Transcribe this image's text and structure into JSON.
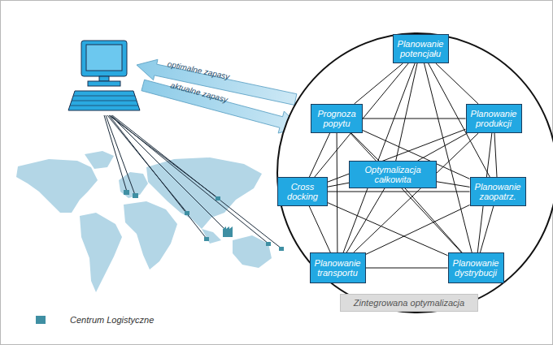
{
  "diagram": {
    "nodes": [
      {
        "text": [
          "Planowanie potencjału"
        ]
      },
      {
        "text": [
          "Prognoza popytu"
        ]
      },
      {
        "text": [
          "Planowanie produkcji"
        ]
      },
      {
        "text": [
          "Cross docking"
        ]
      },
      {
        "text": [
          "Optymalizacja całkowita"
        ]
      },
      {
        "text": [
          "Planowanie zaopatrz."
        ]
      },
      {
        "text": [
          "Planowanie transportu"
        ]
      },
      {
        "text": [
          "Planowanie dystrybucji"
        ]
      },
      {
        "text": [
          "Zintegrowana optymalizacja"
        ]
      }
    ],
    "edges": [
      {
        "from": 0,
        "to": 1,
        "arrow": "none"
      },
      {
        "from": 0,
        "to": 2,
        "arrow": "none"
      },
      {
        "from": 0,
        "to": 3,
        "arrow": "none"
      },
      {
        "from": 0,
        "to": 4,
        "arrow": "none"
      },
      {
        "from": 0,
        "to": 5,
        "arrow": "none"
      },
      {
        "from": 0,
        "to": 6,
        "arrow": "none"
      },
      {
        "from": 0,
        "to": 7,
        "arrow": "none"
      },
      {
        "from": 1,
        "to": 2,
        "arrow": "none"
      },
      {
        "from": 1,
        "to": 3,
        "arrow": "none"
      },
      {
        "from": 1,
        "to": 4,
        "arrow": "none"
      },
      {
        "from": 1,
        "to": 5,
        "arrow": "none"
      },
      {
        "from": 1,
        "to": 6,
        "arrow": "none"
      },
      {
        "from": 1,
        "to": 7,
        "arrow": "none"
      },
      {
        "from": 2,
        "to": 3,
        "arrow": "none"
      },
      {
        "from": 2,
        "to": 4,
        "arrow": "none"
      },
      {
        "from": 2,
        "to": 5,
        "arrow": "none"
      },
      {
        "from": 2,
        "to": 6,
        "arrow": "none"
      },
      {
        "from": 2,
        "to": 7,
        "arrow": "none"
      },
      {
        "from": 3,
        "to": 4,
        "arrow": "none"
      },
      {
        "from": 3,
        "to": 5,
        "arrow": "none"
      },
      {
        "from": 3,
        "to": 6,
        "arrow": "none"
      },
      {
        "from": 3,
        "to": 7,
        "arrow": "none"
      },
      {
        "from": 4,
        "to": 5,
        "arrow": "none"
      },
      {
        "from": 4,
        "to": 6,
        "arrow": "none"
      },
      {
        "from": 4,
        "to": 7,
        "arrow": "none"
      },
      {
        "from": 5,
        "to": 6,
        "arrow": "none"
      },
      {
        "from": 5,
        "to": 7,
        "arrow": "none"
      },
      {
        "from": 6,
        "to": 7,
        "arrow": "none"
      }
    ],
    "labels": [
      "optimalne zapasy",
      "aktualne zapasy"
    ],
    "legend": [
      {
        "text": "Centrum Logistyczne",
        "color": "#3f8fa3"
      }
    ]
  }
}
